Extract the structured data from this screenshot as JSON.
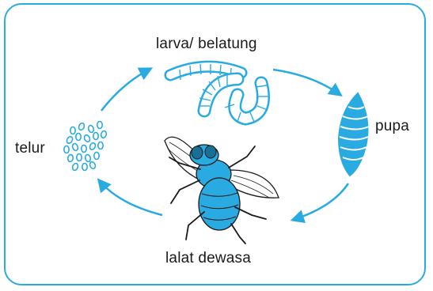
{
  "stages": {
    "larva": "larva/ belatung",
    "pupa": "pupa",
    "egg": "telur",
    "adult": "lalat dewasa"
  },
  "colors": {
    "accent": "#29abe2",
    "outline": "#1a1a1a",
    "frame": "#29abe2"
  }
}
